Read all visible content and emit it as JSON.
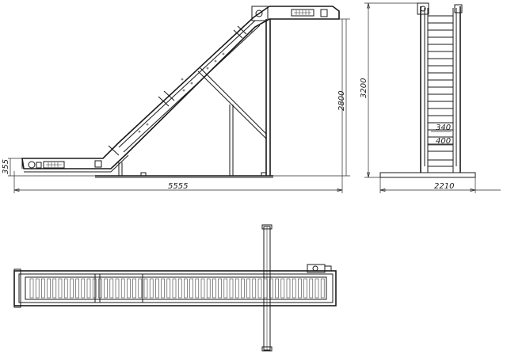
{
  "dimensions": {
    "total_length": "5555",
    "left_height": "355",
    "mid_height": "2800",
    "total_height": "3200",
    "total_width": "2210",
    "belt_inner": "340",
    "belt_outer": "400"
  }
}
